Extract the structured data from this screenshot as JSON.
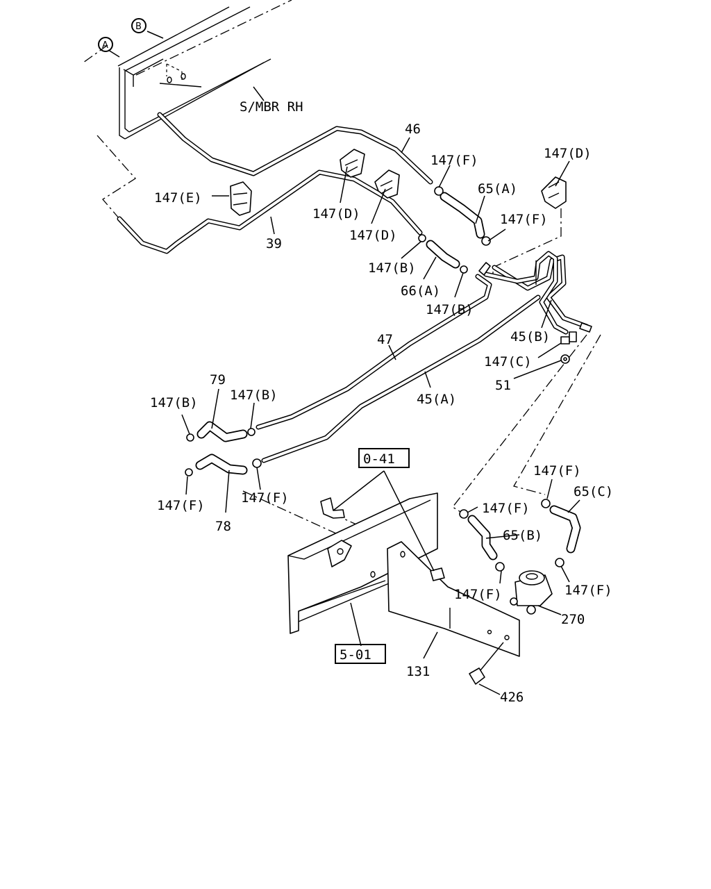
{
  "circles": {
    "a": "A",
    "b": "B"
  },
  "labels": {
    "s_mbr_rh": "S/MBR RH",
    "l46": "46",
    "l147f_1": "147(F)",
    "l147d_1": "147(D)",
    "l65a": "65(A)",
    "l147e": "147(E)",
    "l147d_2": "147(D)",
    "l147d_3": "147(D)",
    "l147f_2": "147(F)",
    "l39": "39",
    "l147b_1": "147(B)",
    "l66a": "66(A)",
    "l147b_2": "147(B)",
    "l45b": "45(B)",
    "l47": "47",
    "l147c": "147(C)",
    "l51": "51",
    "l79": "79",
    "l45a": "45(A)",
    "l147b_3": "147(B)",
    "l147b_4": "147(B)",
    "l147f_3": "147(F)",
    "l65c": "65(C)",
    "l147f_4": "147(F)",
    "l147f_5": "147(F)",
    "l78": "78",
    "l65b": "65(B)",
    "l147f_6": "147(F)",
    "l147f_7": "147(F)",
    "l270": "270",
    "l131": "131",
    "l426": "426"
  },
  "boxed": {
    "b041": "0-41",
    "b501": "5-01"
  }
}
